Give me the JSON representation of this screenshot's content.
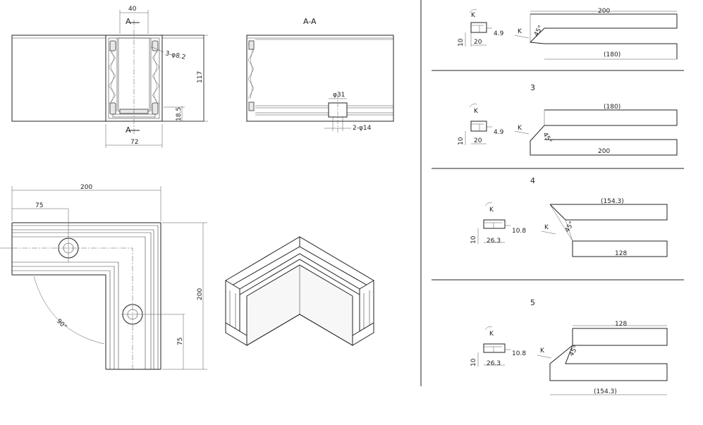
{
  "views": {
    "top_elevation": {
      "width_top": "40",
      "section_mark_top": "A",
      "section_mark_bottom": "A",
      "hole_callout": "3-φ8.2",
      "height": "117",
      "slot_height": "18.5",
      "width_bottom": "72"
    },
    "section_aa": {
      "title": "A-A",
      "hole_large": "φ31",
      "hole_small": "2-φ14"
    },
    "plan_corner": {
      "length": "200",
      "hole_offset_x": "75",
      "height": "200",
      "hole_offset_y": "75",
      "angle": "90°"
    }
  },
  "cuts": [
    {
      "number": "",
      "top": "200",
      "bottom": "(180)",
      "angle": "45°",
      "k": "K",
      "profile_h": "10",
      "profile_w": "20",
      "offset": "4.9"
    },
    {
      "number": "3",
      "top": "(180)",
      "bottom": "200",
      "angle": "45°",
      "k": "K",
      "profile_h": "10",
      "profile_w": "20",
      "offset": "4.9"
    },
    {
      "number": "4",
      "top": "(154.3)",
      "bottom": "128",
      "angle": "45°",
      "k": "K",
      "profile_h": "10",
      "profile_w": "26.3",
      "offset": "10.8"
    },
    {
      "number": "5",
      "top": "128",
      "bottom": "(154.3)",
      "angle": "45°",
      "k": "K",
      "profile_h": "10",
      "profile_w": "26.3",
      "offset": "10.8"
    }
  ]
}
